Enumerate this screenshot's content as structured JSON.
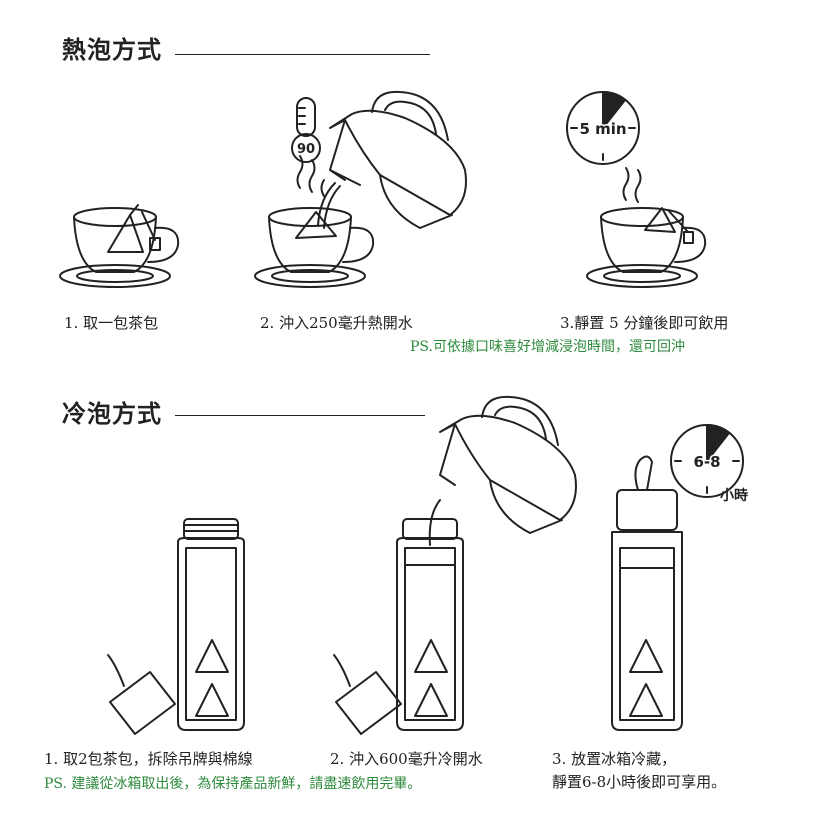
{
  "hot": {
    "title": "熱泡方式",
    "thermometer_label": "90",
    "timer_label": "5 min",
    "steps": [
      "1. 取一包茶包",
      "2. 沖入250毫升熱開水",
      "3.靜置 5 分鐘後即可飲用"
    ],
    "note": "PS.可依據口味喜好增減浸泡時間，還可回沖"
  },
  "cold": {
    "title": "冷泡方式",
    "timer_label": "6-8",
    "timer_unit": "小時",
    "steps": [
      "1. 取2包茶包，拆除吊牌與棉線",
      "2. 沖入600毫升冷開水",
      "3. 放置冰箱冷藏，",
      "靜置6-8小時後即可享用。"
    ],
    "note": "PS. 建議從冰箱取出後，為保持產品新鮮，請盡速飲用完畢。"
  },
  "colors": {
    "ink": "#222222",
    "note": "#2e8b3e"
  }
}
